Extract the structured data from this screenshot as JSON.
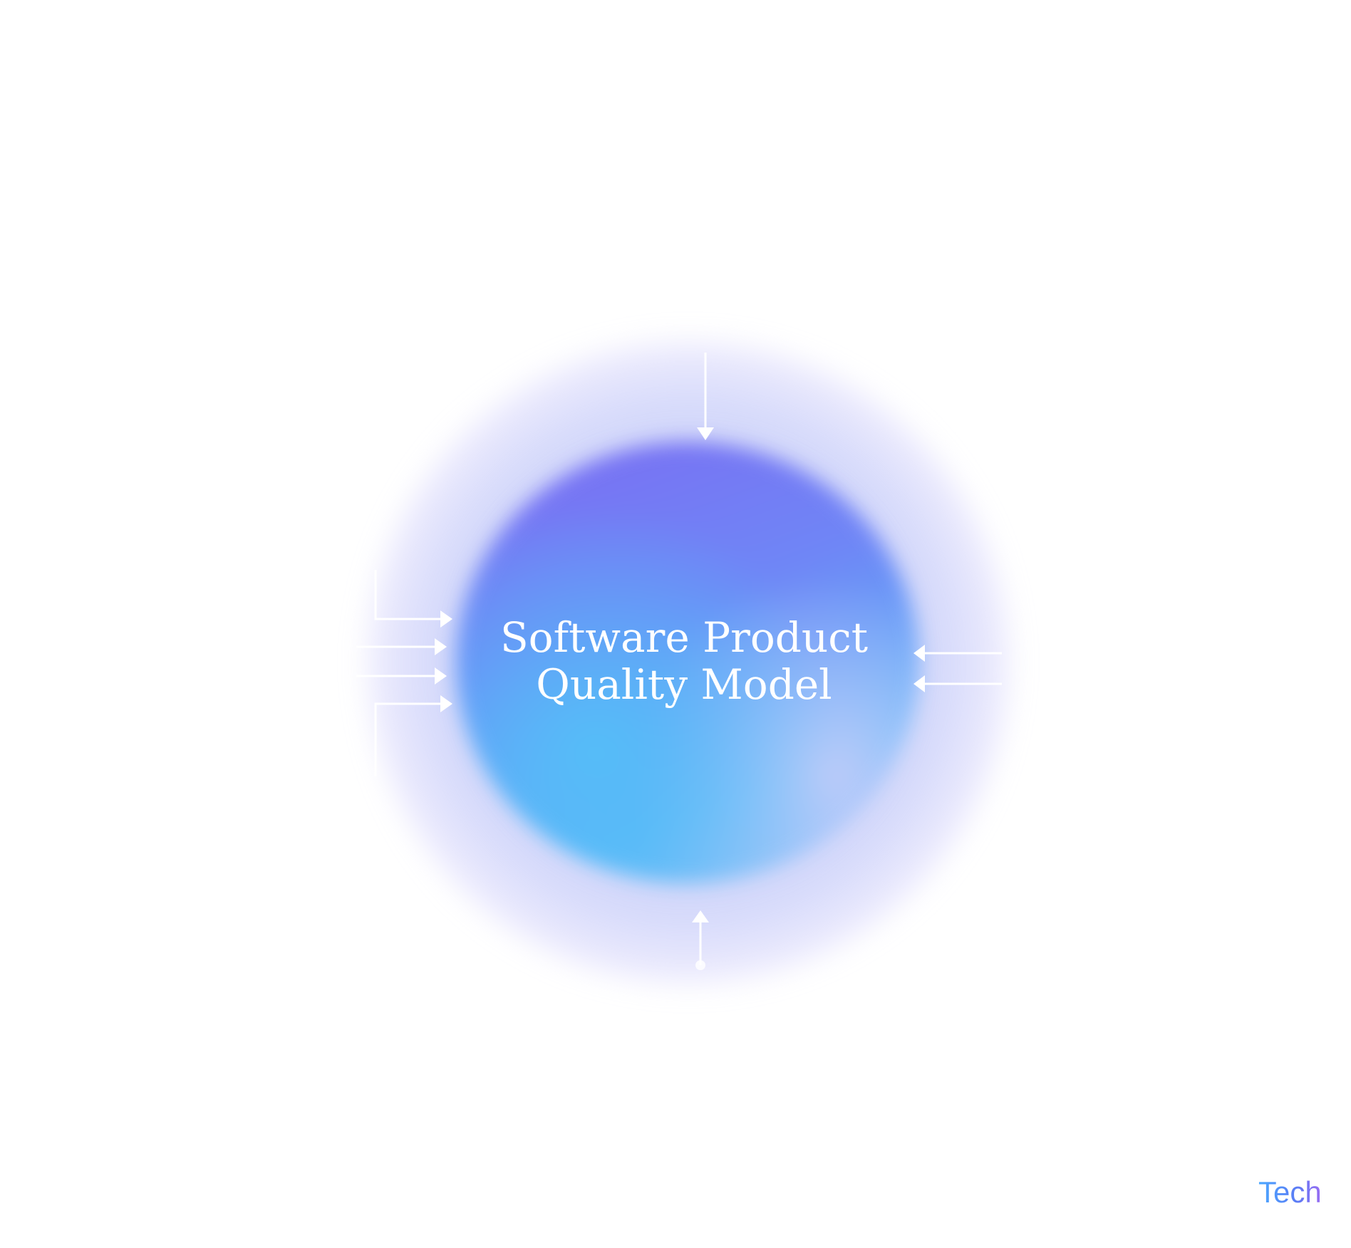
{
  "diagram": {
    "center_title_line1": "Software Product",
    "center_title_line2": "Quality Model"
  },
  "logo": {
    "text": "Tech"
  },
  "colors": {
    "blue": "#55bdf8",
    "purple": "#7b6cf2",
    "arrow": "#ffffff"
  }
}
